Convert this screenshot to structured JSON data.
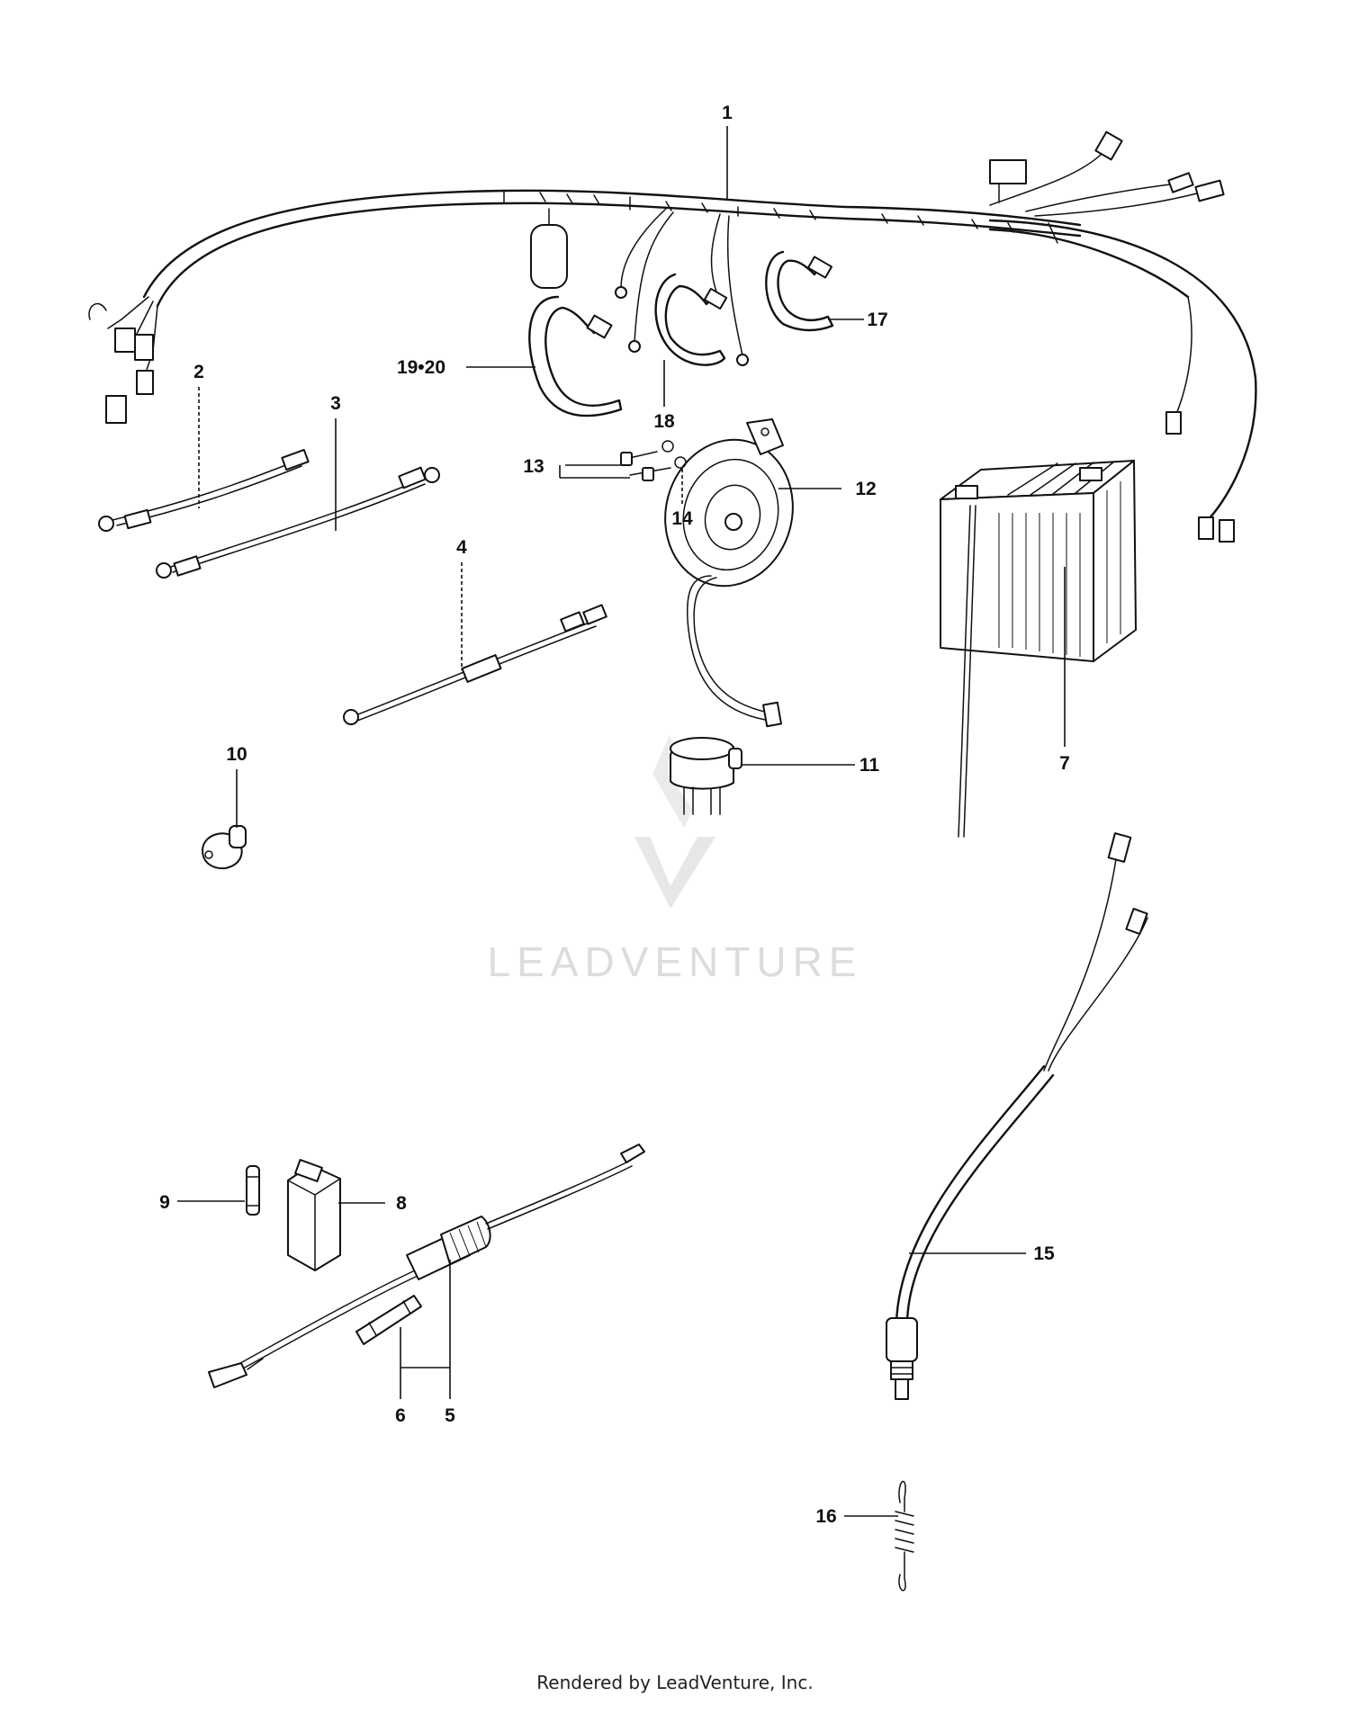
{
  "callouts": [
    "1",
    "2",
    "3",
    "4",
    "5",
    "6",
    "7",
    "8",
    "9",
    "10",
    "11",
    "12",
    "13",
    "14",
    "15",
    "16",
    "17",
    "18",
    "19•20"
  ],
  "watermark": "LEADVENTURE",
  "footer": "Rendered by LeadVenture, Inc.",
  "ink_color": "#111111",
  "watermark_color": "#dcdcdc"
}
